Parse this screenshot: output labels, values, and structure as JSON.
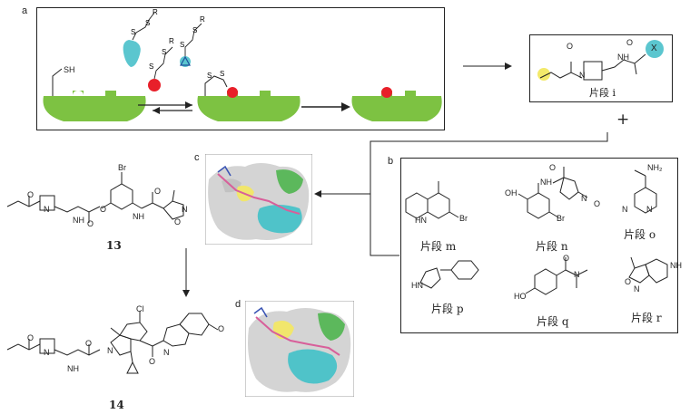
{
  "panels": {
    "a": "a",
    "b": "b",
    "c": "c",
    "d": "d"
  },
  "fragment_i": {
    "label": "片段 i",
    "x_atom": "X"
  },
  "plus": "+",
  "fragments": [
    {
      "id": "m",
      "label": "片段 m"
    },
    {
      "id": "n",
      "label": "片段 n"
    },
    {
      "id": "o",
      "label": "片段 o"
    },
    {
      "id": "p",
      "label": "片段 p"
    },
    {
      "id": "q",
      "label": "片段 q"
    },
    {
      "id": "r",
      "label": "片段 r"
    }
  ],
  "compounds": {
    "c13": "13",
    "c14": "14"
  },
  "atoms": {
    "SH": "SH",
    "S": "S",
    "R": "R",
    "O": "O",
    "N": "N",
    "NH": "NH",
    "HN": "HN",
    "HO": "HO",
    "OH": "OH",
    "Br": "Br",
    "Cl": "Cl",
    "NH2": "NH₂"
  },
  "colors": {
    "protein": "#7dc242",
    "cyan": "#5bc6cf",
    "red": "#e8202a",
    "yellow": "#f3e96a",
    "surface_gray": "#d4d4d4",
    "surface_cyan": "#4fc3c9",
    "surface_green": "#5cb85c",
    "surface_yellow": "#f1e66c"
  }
}
